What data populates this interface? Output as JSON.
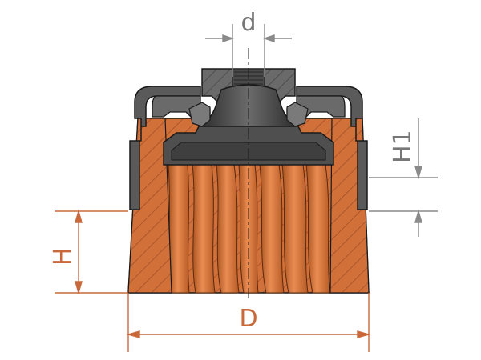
{
  "labels": {
    "d": "d",
    "h1": "H1",
    "h": "H",
    "big_d": "D"
  },
  "colors": {
    "bristle": "#D2703A",
    "bristle_light": "#E89560",
    "bristle_dark": "#8E4520",
    "cap": "#555555",
    "cap_dark": "#3f3f3f",
    "cap_light": "#9a9a9a",
    "outline": "#1a1a1a",
    "dim_gray": "#8a8a8a",
    "dim_orange": "#C9683A"
  }
}
